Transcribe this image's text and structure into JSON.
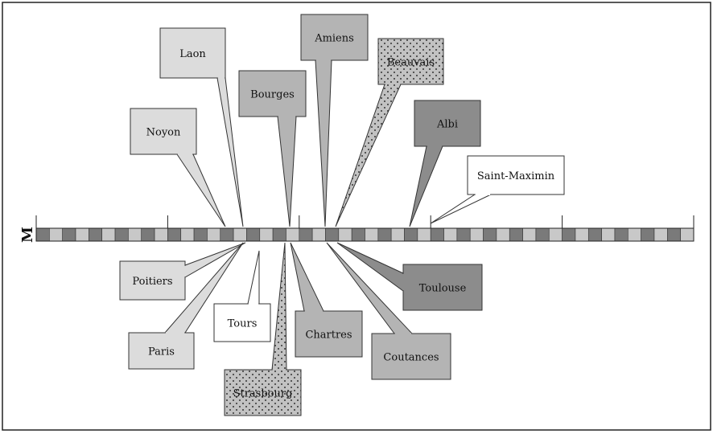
{
  "scale": {
    "label": "M",
    "segments": 50,
    "major_ticks": 6,
    "colors": {
      "dark": "#7a7a7a",
      "light": "#c8c8c8"
    }
  },
  "callouts": [
    {
      "id": "laon",
      "label": "Laon",
      "fill": "light"
    },
    {
      "id": "noyon",
      "label": "Noyon",
      "fill": "light"
    },
    {
      "id": "bourges",
      "label": "Bourges",
      "fill": "mid"
    },
    {
      "id": "amiens",
      "label": "Amiens",
      "fill": "mid"
    },
    {
      "id": "beauvais",
      "label": "Beauvais",
      "fill": "dotted"
    },
    {
      "id": "albi",
      "label": "Albi",
      "fill": "dark"
    },
    {
      "id": "saint-maximin",
      "label": "Saint-Maximin",
      "fill": "white"
    },
    {
      "id": "poitiers",
      "label": "Poitiers",
      "fill": "light"
    },
    {
      "id": "paris",
      "label": "Paris",
      "fill": "light"
    },
    {
      "id": "tours",
      "label": "Tours",
      "fill": "white"
    },
    {
      "id": "strasbourg",
      "label": "Strasbourg",
      "fill": "dotted"
    },
    {
      "id": "chartres",
      "label": "Chartres",
      "fill": "mid"
    },
    {
      "id": "coutances",
      "label": "Coutances",
      "fill": "mid"
    },
    {
      "id": "toulouse",
      "label": "Toulouse",
      "fill": "dark"
    }
  ],
  "fills": {
    "light": "#dcdcdc",
    "mid": "#b4b4b4",
    "dark": "#8c8c8c",
    "white": "#ffffff",
    "dotted": "#c2c2c2"
  }
}
